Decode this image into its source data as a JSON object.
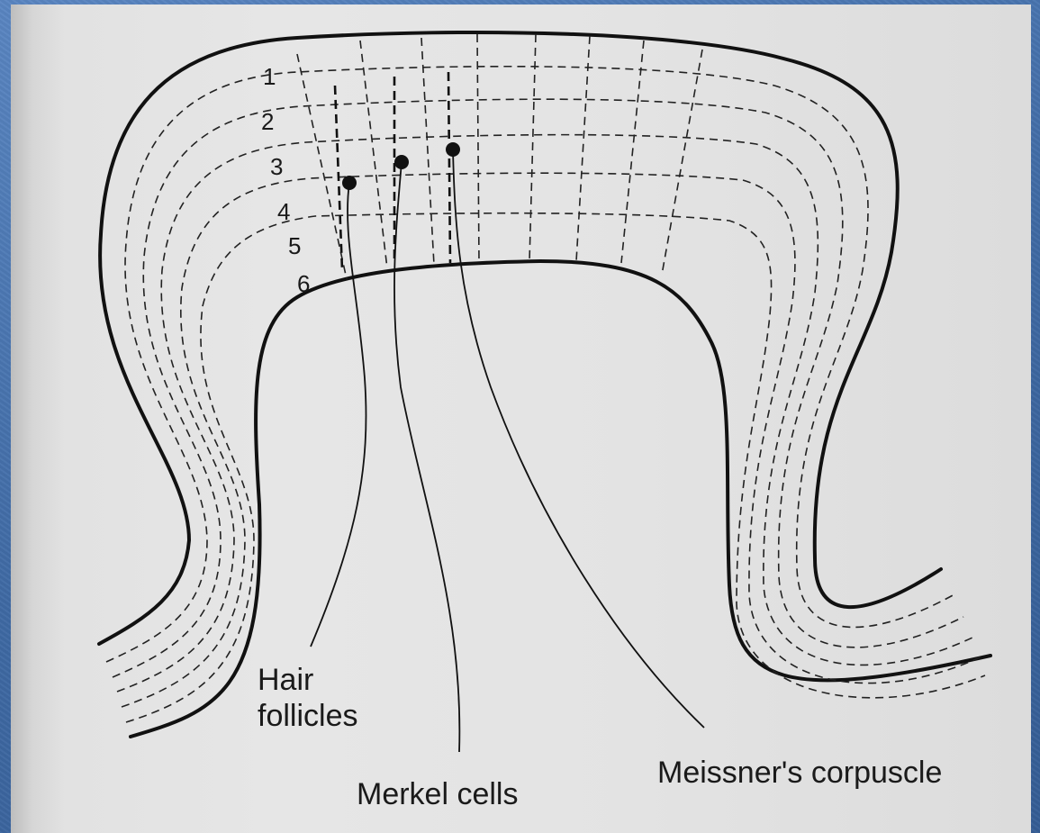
{
  "diagram": {
    "layer_numbers": [
      "1",
      "2",
      "3",
      "4",
      "5",
      "6"
    ],
    "labels": {
      "hair_follicles": "Hair\nfollicles",
      "merkel_cells": "Merkel cells",
      "meissners_corpuscle": "Meissner's corpuscle"
    }
  }
}
